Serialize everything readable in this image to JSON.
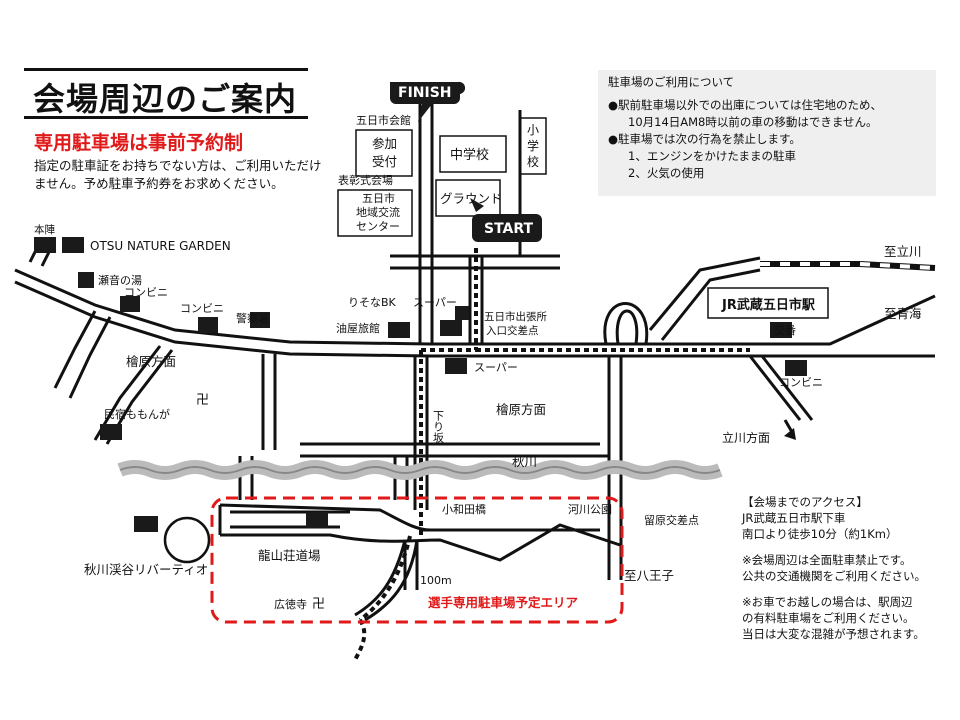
{
  "title": "会場周辺のご案内",
  "parking_heading": "専用駐車場は事前予約制",
  "parking_sub": "指定の駐車証をお持ちでない方は、ご利用いただけません。予め駐車予約券をお求めください。",
  "notice": {
    "heading": "駐車場のご利用について",
    "line1": "●駅前駐車場以外での出庫については住宅地のため、",
    "line2": "10月14日AM8時以前の車の移動はできません。",
    "line3": "●駐車場では次の行為を禁止します。",
    "line4": "1、エンジンをかけたままの駐車",
    "line5": "2、火気の使用"
  },
  "access": {
    "heading": "【会場までのアクセス】",
    "l1": "JR武蔵五日市駅下車",
    "l2": "南口より徒歩10分（約1Km）",
    "l3": "※会場周辺は全面駐車禁止です。",
    "l4": "公共の交通機関をご利用ください。",
    "l5": "※お車でお越しの場合は、駅周辺",
    "l6": "の有料駐車場をご利用ください。",
    "l7": "当日は大変な混雑が予想されます。"
  },
  "labels": {
    "finish": "FINISH",
    "start": "START",
    "kaikan": "五日市会館",
    "sanka": "参加",
    "uketsuke": "受付",
    "hyosho": "表彰式会場",
    "center1": "五日市",
    "center2": "地域交流",
    "center3": "センター",
    "chugakko": "中学校",
    "shogakko1": "小",
    "shogakko2": "学",
    "shogakko3": "校",
    "ground": "グラウンド",
    "honjin": "本陣",
    "otsu": "OTSU NATURE GARDEN",
    "senon": "瀬音の湯",
    "conv1": "コンビニ",
    "conv2": "コンビニ",
    "keisatsu": "警察署",
    "risona": "りそなBK",
    "super1": "スーパー",
    "aburaya": "油屋旅館",
    "shucchojo1": "五日市出張所",
    "shucchojo2": "入口交差点",
    "super2": "スーパー",
    "hinohara1": "檜原方面",
    "hinohara2": "檜原方面",
    "temple1": "卍",
    "minshuku": "民宿ももんが",
    "kudarizaka": "下り坂",
    "akigawa": "秋川",
    "station": "JR武蔵五日市駅",
    "kouban": "交番",
    "conv3": "コンビニ",
    "tachikawa_to": "至立川",
    "ome_to": "至青海",
    "tachikawa_dir": "立川方面",
    "kowadabashi": "小和田橋",
    "kasen": "河川公園",
    "rudome": "留原交差点",
    "ryuzan": "龍山荘道場",
    "riverio": "秋川渓谷リバーティオ",
    "kotokuji": "広徳寺",
    "temple2": "卍",
    "hundred": "100m",
    "parking_area": "選手専用駐車場予定エリア",
    "hachioji": "至八王子"
  },
  "colors": {
    "red": "#e01a1a",
    "notice_bg": "#efefef",
    "black": "#111111"
  }
}
